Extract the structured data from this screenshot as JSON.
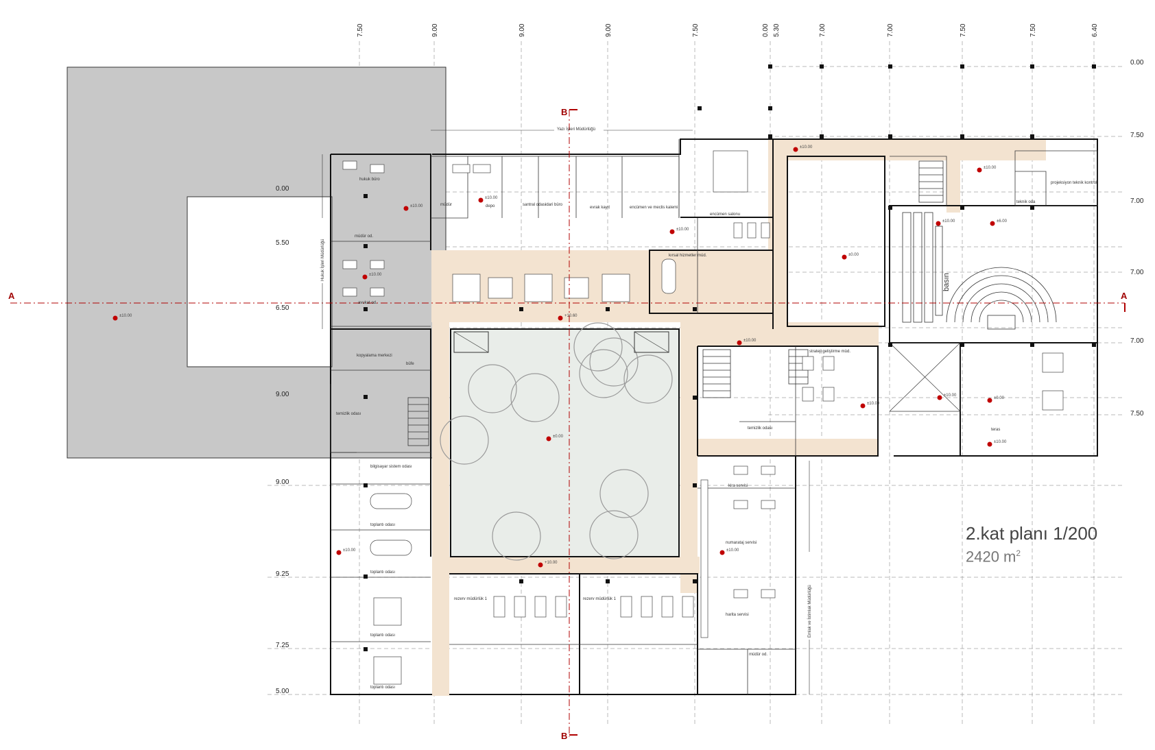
{
  "title": "2.kat planı 1/200",
  "area_value": "2420 m",
  "area_unit_sup": "2",
  "top_dimensions": [
    "7.50",
    "9.00",
    "9.00",
    "9.00",
    "7.50",
    "0.00",
    "5.30",
    "7.00",
    "7.00",
    "7.50",
    "7.50",
    "6.40"
  ],
  "left_dimensions": [
    "0.00",
    "5.50",
    "6.50",
    "9.00",
    "9.00",
    "9.25",
    "7.25",
    "5.00"
  ],
  "right_dimensions": [
    "0.00",
    "7.50",
    "7.00",
    "7.00",
    "7.00",
    "7.50"
  ],
  "section_marks": {
    "a_left": "A",
    "a_right": "A",
    "b_top": "B",
    "b_bottom": "B"
  },
  "elevations": {
    "e10": "±10.00",
    "e0": "±0.00",
    "e6": "±6.00",
    "e10b": "+10.00",
    "e10c": "+10.60"
  },
  "directorates": {
    "yazi_isleri": "Yazı İşleri Müdürlüğü",
    "hukuk_isleri": "Hukuk İşleri Müdürlüğü",
    "emlak": "Emlak ve İstimlak Müdürlüğü"
  },
  "rooms": {
    "hukuk_buro": "hukuk büro",
    "mudur_od": "müdür od.",
    "avukat_od": "avukat od.",
    "mudur": "müdür",
    "depo": "depo",
    "santral": "santral odası",
    "idari_buro": "idari büro",
    "evrak_kayit": "evrak kayıt",
    "encumen_meclis": "encümen ve meclis kalemi",
    "encumen_salonu": "encümen salonu",
    "kirsal": "kırsal hizmetler müd.",
    "kopyalama": "kopyalama merkezi",
    "bufe": "büfe",
    "temizlik1": "temizlik odası",
    "bilgisayar": "bilgisayar sistem odası",
    "toplanti1": "toplantı odası",
    "toplanti2": "toplantı odası",
    "toplanti3": "toplantı odası",
    "toplanti4": "toplantı odası",
    "rezerv1": "rezerv müdürlük 1",
    "rezerv2": "rezerv müdürlük 1",
    "strateji": "strateji geliştirme müd.",
    "temizlik2": "temizlik odası",
    "kira": "kira servisi",
    "numarataj": "numarataj servisi",
    "harita": "harita servisi",
    "mudur_od2": "müdür od.",
    "projeksiyon": "projeksiyon teknik kontrol",
    "teknik": "teknik oda",
    "basin": "basın",
    "teras": "teras"
  }
}
